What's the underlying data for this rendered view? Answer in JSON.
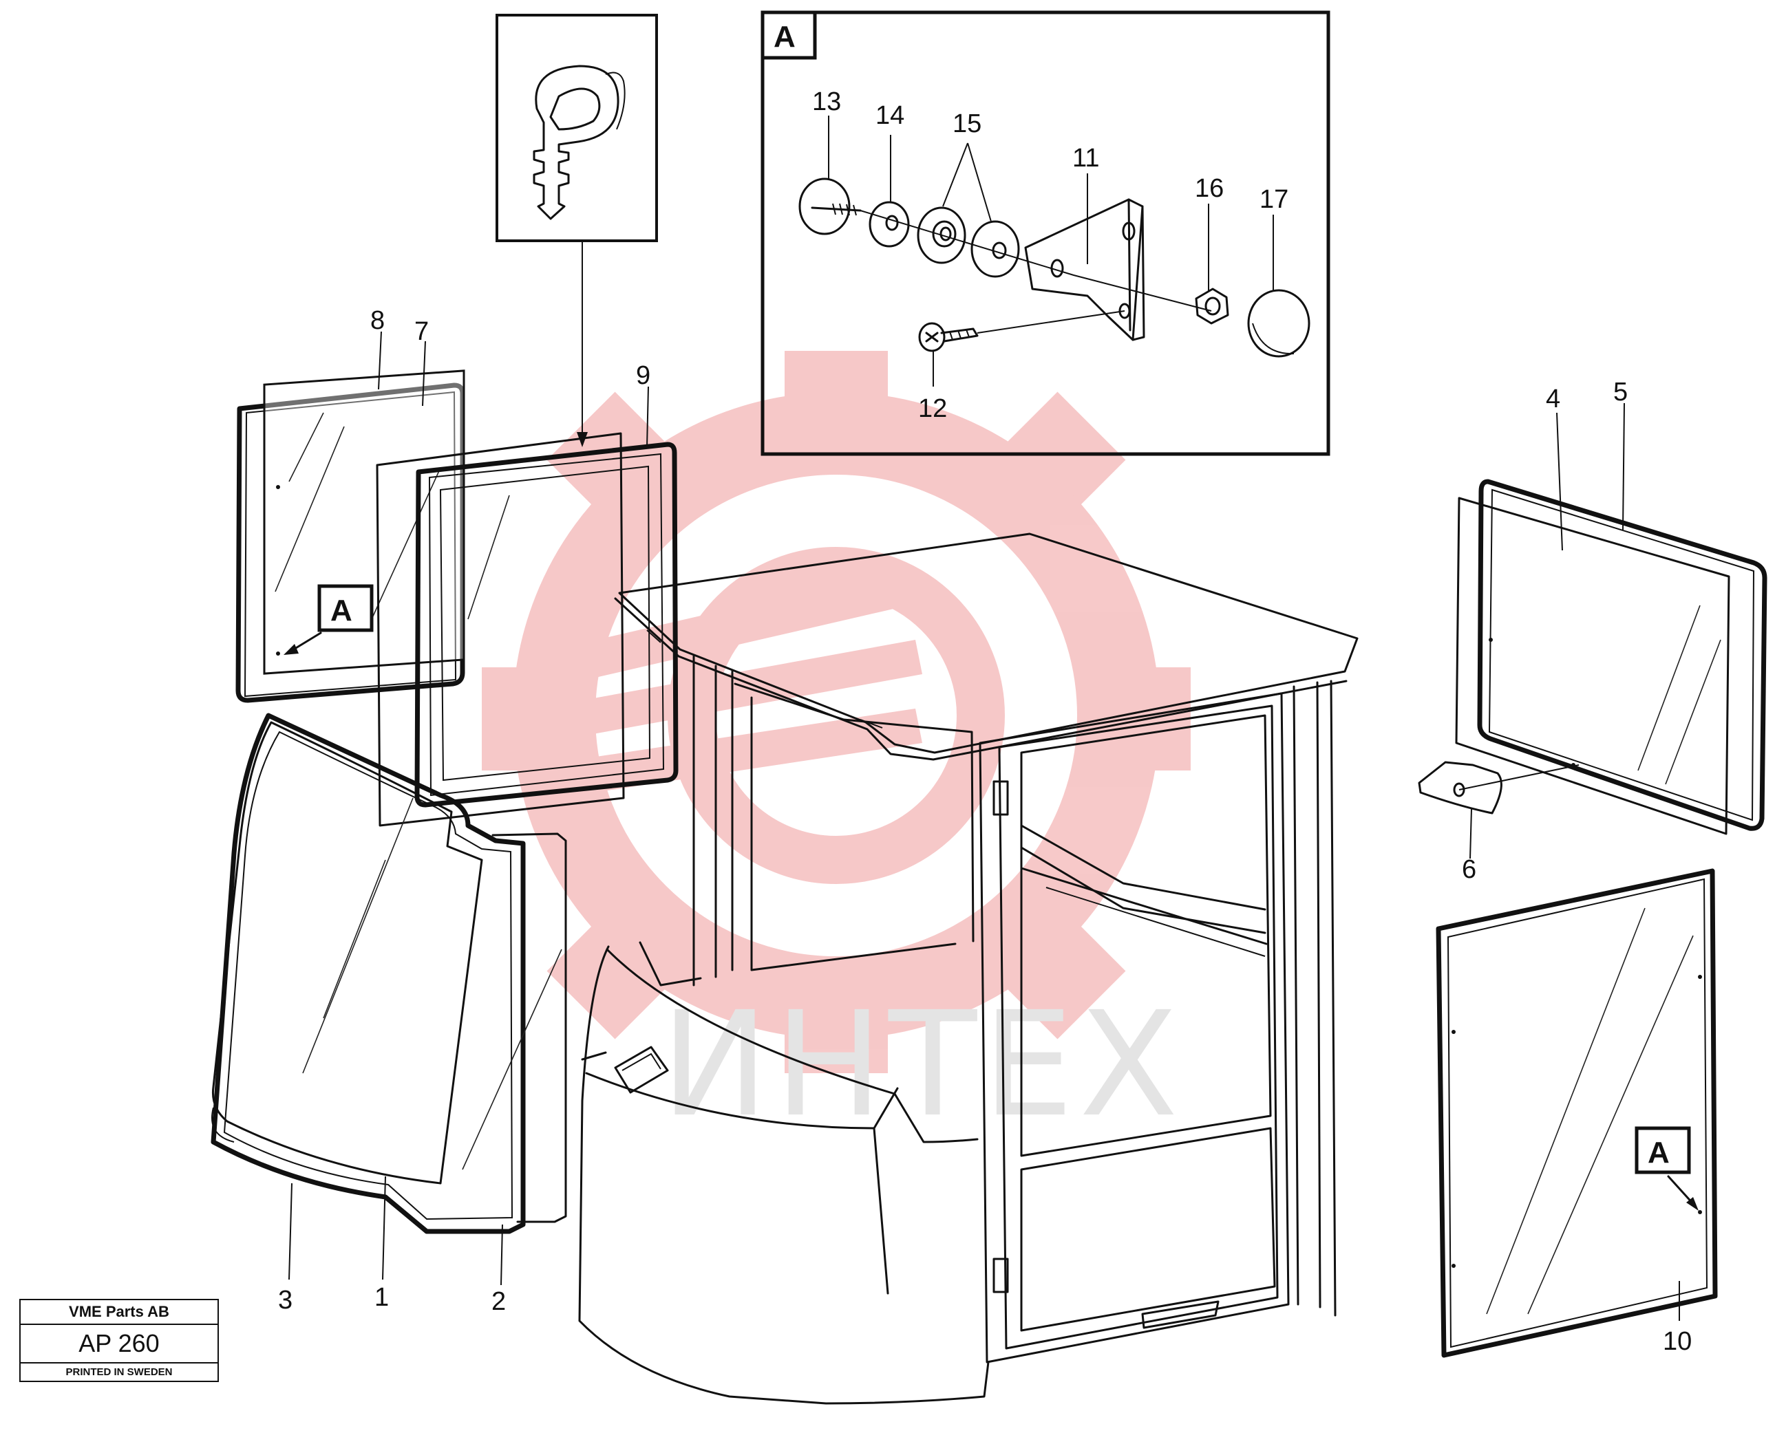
{
  "title_block": {
    "company": "VME Parts AB",
    "code": "AP 260",
    "printed": "PRINTED IN SWEDEN"
  },
  "watermark": {
    "text": "ИНТЕХ",
    "logo_color": "#f6c3c3",
    "text_color": "#e4e4e4"
  },
  "detail_view": {
    "tag": "A",
    "part_labels": [
      "13",
      "14",
      "15",
      "11",
      "16",
      "17",
      "12"
    ]
  },
  "callouts": [
    "A",
    "A"
  ],
  "part_labels": [
    "8",
    "7",
    "9",
    "4",
    "5",
    "6",
    "3",
    "1",
    "2",
    "10"
  ]
}
